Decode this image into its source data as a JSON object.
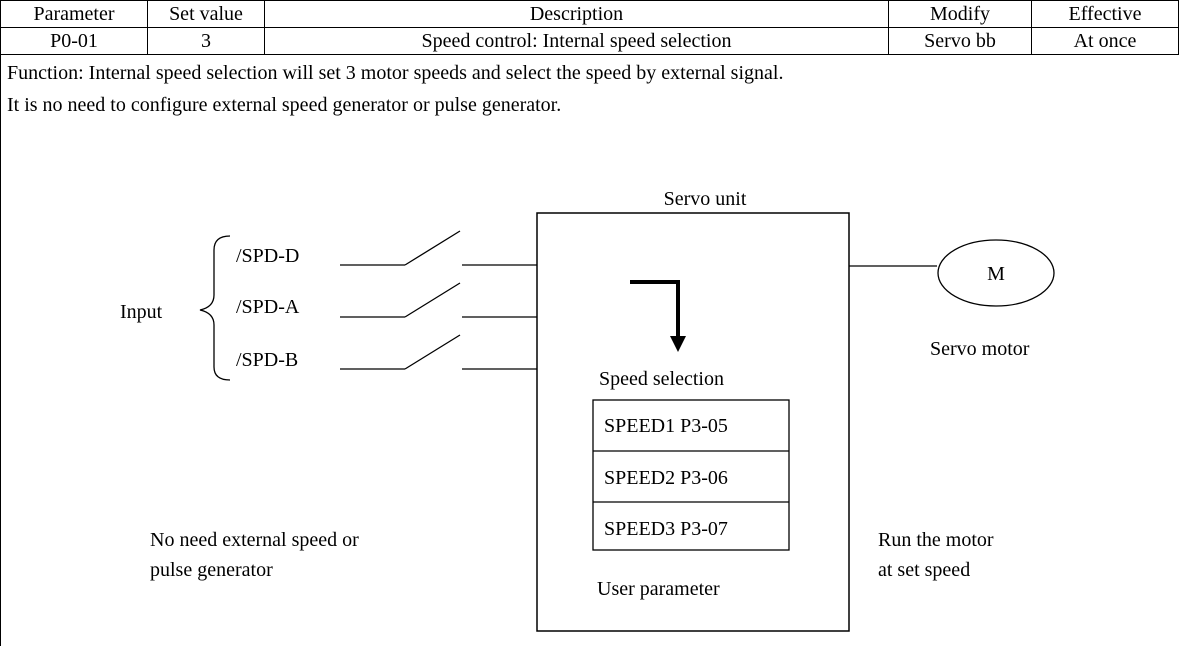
{
  "table": {
    "headers": [
      "Parameter",
      "Set value",
      "Description",
      "Modify",
      "Effective"
    ],
    "row": [
      "P0-01",
      "3",
      "Speed control: Internal speed selection",
      "Servo bb",
      "At once"
    ]
  },
  "function_text": "Function: Internal speed selection will set 3 motor speeds and select the speed by external signal.",
  "note_text": "It is no need to configure external speed generator or pulse generator.",
  "diagram": {
    "servo_unit_label": "Servo unit",
    "input_label": "Input",
    "inputs": [
      "/SPD-D",
      "/SPD-A",
      "/SPD-B"
    ],
    "speed_selection_label": "Speed selection",
    "speeds": [
      "SPEED1 P3-05",
      "SPEED2 P3-06",
      "SPEED3 P3-07"
    ],
    "user_parameter_label": "User parameter",
    "motor_symbol": "M",
    "servo_motor_label": "Servo motor",
    "left_note": [
      "No need external speed or",
      "pulse generator"
    ],
    "right_note": [
      "Run the motor",
      "at set speed"
    ]
  }
}
